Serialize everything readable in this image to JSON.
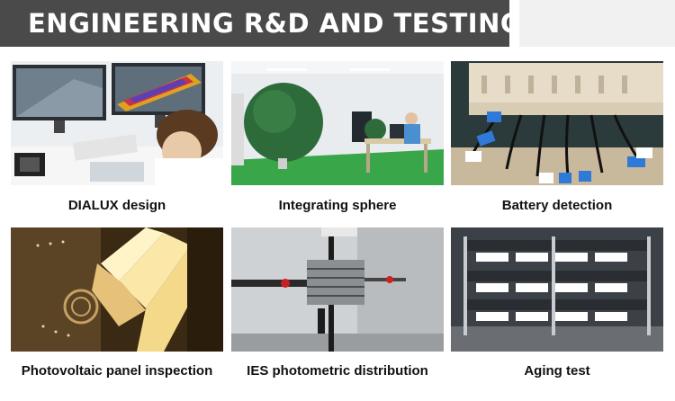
{
  "header": {
    "title": "ENGINEERING R&D AND TESTING"
  },
  "tiles": [
    {
      "caption": "DIALUX design"
    },
    {
      "caption": "Integrating sphere"
    },
    {
      "caption": "Battery detection"
    },
    {
      "caption": "Photovoltaic panel inspection"
    },
    {
      "caption": "IES photometric distribution"
    },
    {
      "caption": "Aging test"
    }
  ]
}
